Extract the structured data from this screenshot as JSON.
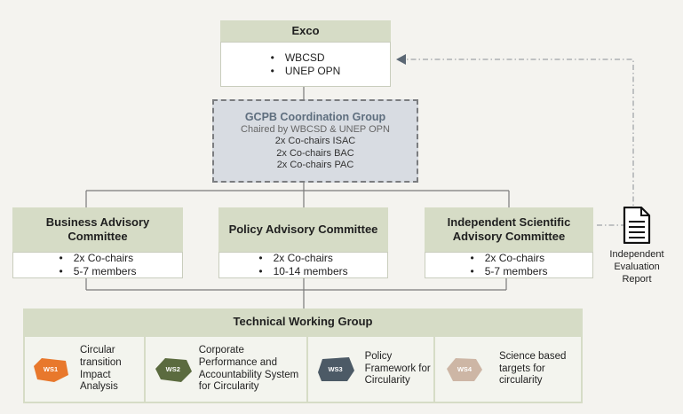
{
  "exco": {
    "title": "Exco",
    "items": [
      "WBCSD",
      "UNEP OPN"
    ]
  },
  "coordination": {
    "title": "GCPB Coordination Group",
    "subtitle": "Chaired by WBCSD & UNEP OPN",
    "items": [
      "2x Co-chairs ISAC",
      "2x Co-chairs BAC",
      "2x Co-chairs PAC"
    ]
  },
  "committees": [
    {
      "title": "Business Advisory Committee",
      "items": [
        "2x Co-chairs",
        "5-7 members"
      ]
    },
    {
      "title": "Policy Advisory Committee",
      "items": [
        "2x Co-chairs",
        "10-14 members"
      ]
    },
    {
      "title": "Independent Scientific Advisory Committee",
      "items": [
        "2x Co-chairs",
        "5-7 members"
      ]
    }
  ],
  "report": {
    "label": "Independent Evaluation Report",
    "icon": "document-icon"
  },
  "twg": {
    "title": "Technical Working Group",
    "workstreams": [
      {
        "code": "WS1",
        "label": "Circular transition Impact Analysis",
        "color": "#e8782c"
      },
      {
        "code": "WS2",
        "label": "Corporate Performance and Accountability System for Circularity",
        "color": "#5b6b3f"
      },
      {
        "code": "WS3",
        "label": "Policy Framework for Circularity",
        "color": "#4c5a66"
      },
      {
        "code": "WS4",
        "label": "Science based targets for circularity",
        "color": "#cdb6a5"
      }
    ]
  },
  "colors": {
    "header": "#d6dcc6",
    "coord_fill": "#d8dce2",
    "line": "#7a7a7a",
    "arrow": "#5b6774"
  }
}
